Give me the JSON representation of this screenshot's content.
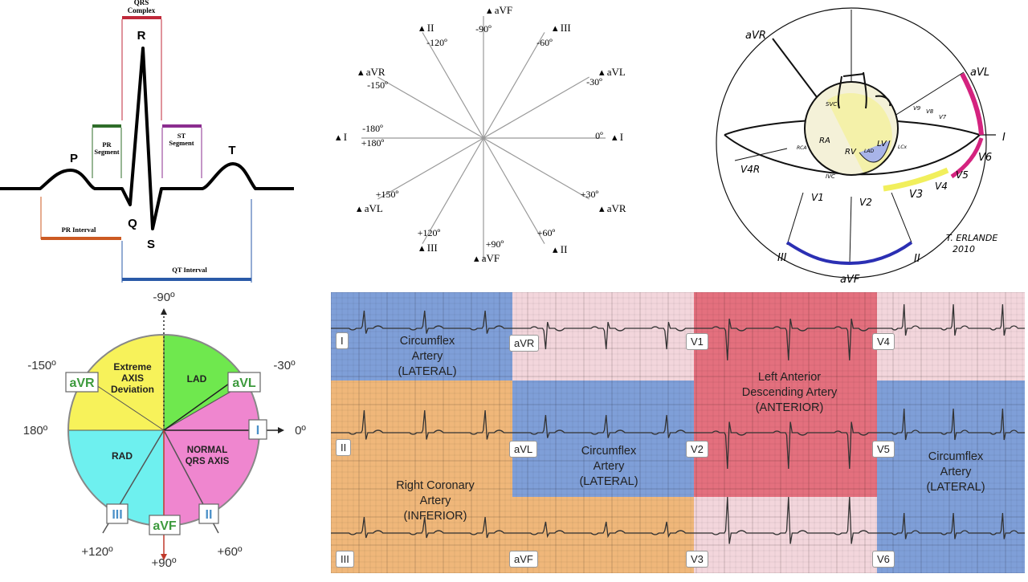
{
  "waveform": {
    "qrs_complex": "QRS\nComplex",
    "pr_segment": "PR\nSegment",
    "st_segment": "ST\nSegment",
    "pr_interval": "PR Interval",
    "qt_interval": "QT Interval",
    "peaks": {
      "p": "P",
      "q": "Q",
      "r": "R",
      "s": "S",
      "t": "T"
    }
  },
  "hexaxial": {
    "lines": [
      {
        "lead": "aVF",
        "angle": "-90º"
      },
      {
        "lead": "II",
        "angle": "-120º"
      },
      {
        "lead": "III",
        "angle": "-60º"
      },
      {
        "lead": "aVR",
        "angle": "-150º"
      },
      {
        "lead": "aVL",
        "angle": "-30º"
      },
      {
        "lead": "I",
        "angle_a": "-180º",
        "angle_b": "+180º"
      },
      {
        "lead": "I",
        "angle": "0º"
      },
      {
        "lead": "aVL",
        "angle": "+150º"
      },
      {
        "lead": "aVR",
        "angle": "+30º"
      },
      {
        "lead": "III",
        "angle": "+120º"
      },
      {
        "lead": "II",
        "angle": "+60º"
      },
      {
        "lead": "aVF",
        "angle": "+90º"
      }
    ]
  },
  "heart_sketch": {
    "labels": [
      "aVR",
      "aVL",
      "I",
      "V6",
      "V5",
      "V4",
      "V3",
      "V2",
      "V1",
      "V4R",
      "III",
      "aVF",
      "II",
      "RA",
      "RV",
      "LV",
      "SVC",
      "IVC",
      "RCA",
      "LCx",
      "LAD",
      "V9",
      "V8",
      "V7"
    ],
    "signature": "T. ERLANDE\n2010"
  },
  "axis_wheel": {
    "angles": {
      "top": "-90º",
      "upper_left": "-150º",
      "upper_right": "-30º",
      "left": "180º",
      "right": "0º",
      "lower_left": "+120º",
      "bottom": "+90º",
      "lower_right": "+60º"
    },
    "sectors": {
      "extreme": "Extreme\nAXIS\nDeviation",
      "lad": "LAD",
      "normal": "NORMAL\nQRS AXIS",
      "rad": "RAD"
    },
    "leads": {
      "avr": "aVR",
      "avl": "aVL",
      "i": "I",
      "iii": "III",
      "avf": "aVF",
      "ii": "II"
    },
    "colors": {
      "yellow": "#f7f25a",
      "green": "#6fe84e",
      "pink": "#ef86cf",
      "cyan": "#6ef0ef",
      "box_green": "#3d9a3d",
      "box_blue": "#4a90c8",
      "arrow_red": "#c0392b"
    }
  },
  "ecg_territories": {
    "leads": [
      "I",
      "aVR",
      "V1",
      "V4",
      "II",
      "aVL",
      "V2",
      "V5",
      "III",
      "aVF",
      "V3",
      "V6"
    ],
    "zones": {
      "lateral_top": "Circumflex\nArtery\n(LATERAL)",
      "anterior": "Left Anterior\nDescending Artery\n(ANTERIOR)",
      "inferior": "Right Coronary\nArtery\n(INFERIOR)",
      "lateral_mid": "Circumflex\nArtery\n(LATERAL)",
      "lateral_right": "Circumflex\nArtery\n(LATERAL)"
    },
    "colors": {
      "blue": "#7f9fd8",
      "orange": "#f0b77a",
      "red": "#e4707e",
      "pink": "#f3d6dc"
    }
  }
}
